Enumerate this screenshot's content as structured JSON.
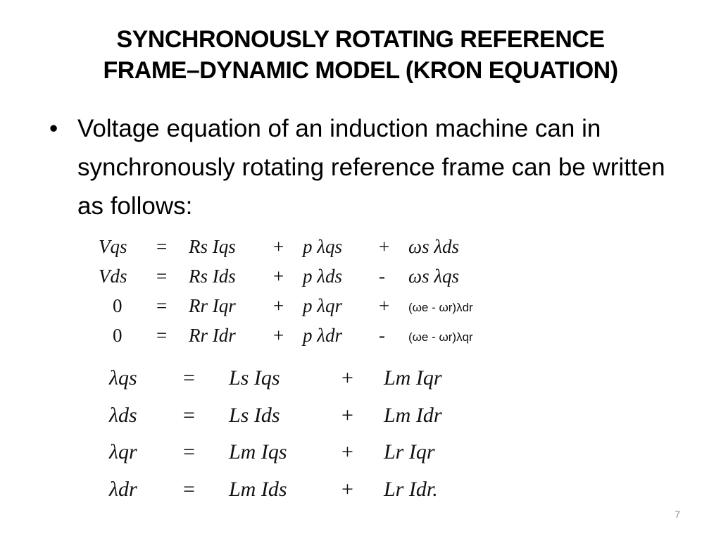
{
  "title": {
    "line1": "SYNCHRONOUSLY ROTATING REFERENCE",
    "line2": "FRAME–DYNAMIC MODEL (KRON EQUATION)"
  },
  "bullet": {
    "marker": "•",
    "text": "Voltage equation of an induction machine can in synchronously rotating reference frame can be written as follows:"
  },
  "voltage_equations": [
    {
      "lhs": "Vqs",
      "eq": "=",
      "t1": "Rs Iqs",
      "op1": "+",
      "t2": "p λqs",
      "op2": "+",
      "t3": "ωs λds"
    },
    {
      "lhs": "Vds",
      "eq": "=",
      "t1": "Rs Ids",
      "op1": "+",
      "t2": "p λds",
      "op2": "-",
      "t3": "ωs λqs"
    },
    {
      "lhs": "0",
      "eq": "=",
      "t1": "Rr Iqr",
      "op1": "+",
      "t2": "p λqr",
      "op2": "+",
      "t3": "(ωe - ωr)λdr"
    },
    {
      "lhs": "0",
      "eq": "=",
      "t1": "Rr Idr",
      "op1": "+",
      "t2": "p λdr",
      "op2": "-",
      "t3": "(ωe - ωr)λqr"
    }
  ],
  "flux_equations": [
    {
      "lhs": "λqs",
      "eq": "=",
      "t1": "Ls Iqs",
      "op": "+",
      "t2": "Lm Iqr"
    },
    {
      "lhs": "λds",
      "eq": "=",
      "t1": "Ls Ids",
      "op": "+",
      "t2": "Lm Idr"
    },
    {
      "lhs": "λqr",
      "eq": "=",
      "t1": "Lm Iqs",
      "op": "+",
      "t2": "Lr Iqr"
    },
    {
      "lhs": "λdr",
      "eq": "=",
      "t1": "Lm Ids",
      "op": "+",
      "t2": "Lr Idr."
    }
  ],
  "page_number": "7"
}
